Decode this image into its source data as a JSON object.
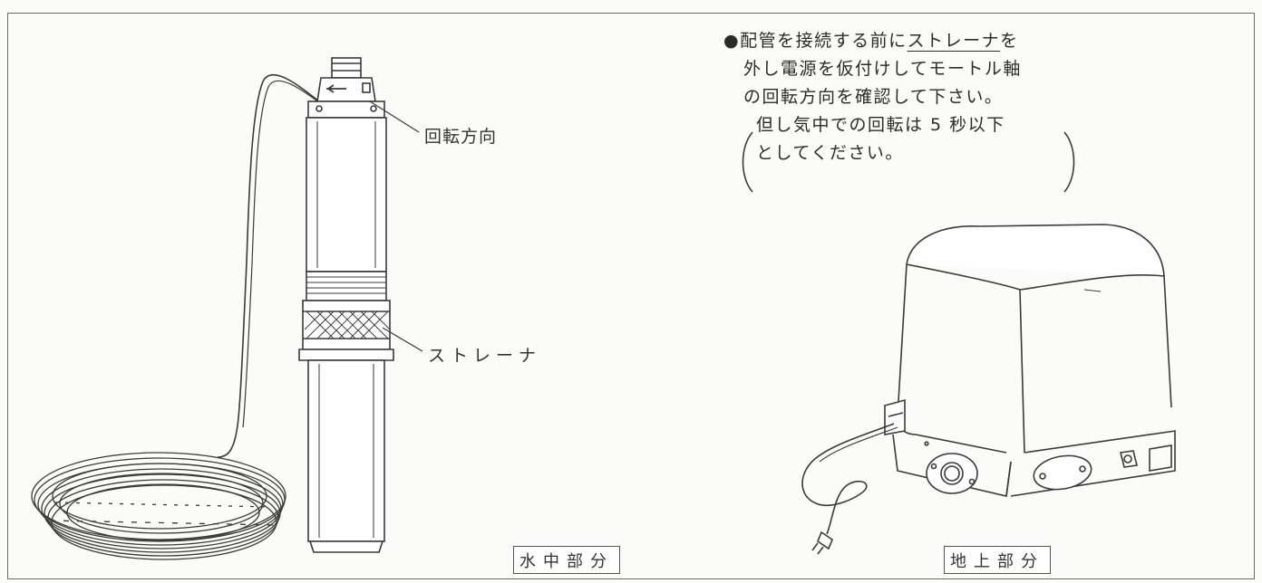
{
  "labels": {
    "rotation_direction": "回転方向",
    "strainer": "ストレーナ",
    "underwater_part": "水中部分",
    "above_ground_part": "地上部分"
  },
  "note": {
    "bullet": "●",
    "line1_prefix": "配管を接続する前に",
    "line1_underlined": "ストレーナ",
    "line1_suffix": "を",
    "line2": "外し電源を仮付けしてモートル軸",
    "line3": "の回転方向を確認して下さい。",
    "line4": "但し気中での回転は 5 秒以下",
    "line5": "としてください。"
  },
  "colors": {
    "line": "#3a3a3a",
    "frame": "#6a6a6a",
    "background": "#fbfbfa"
  }
}
